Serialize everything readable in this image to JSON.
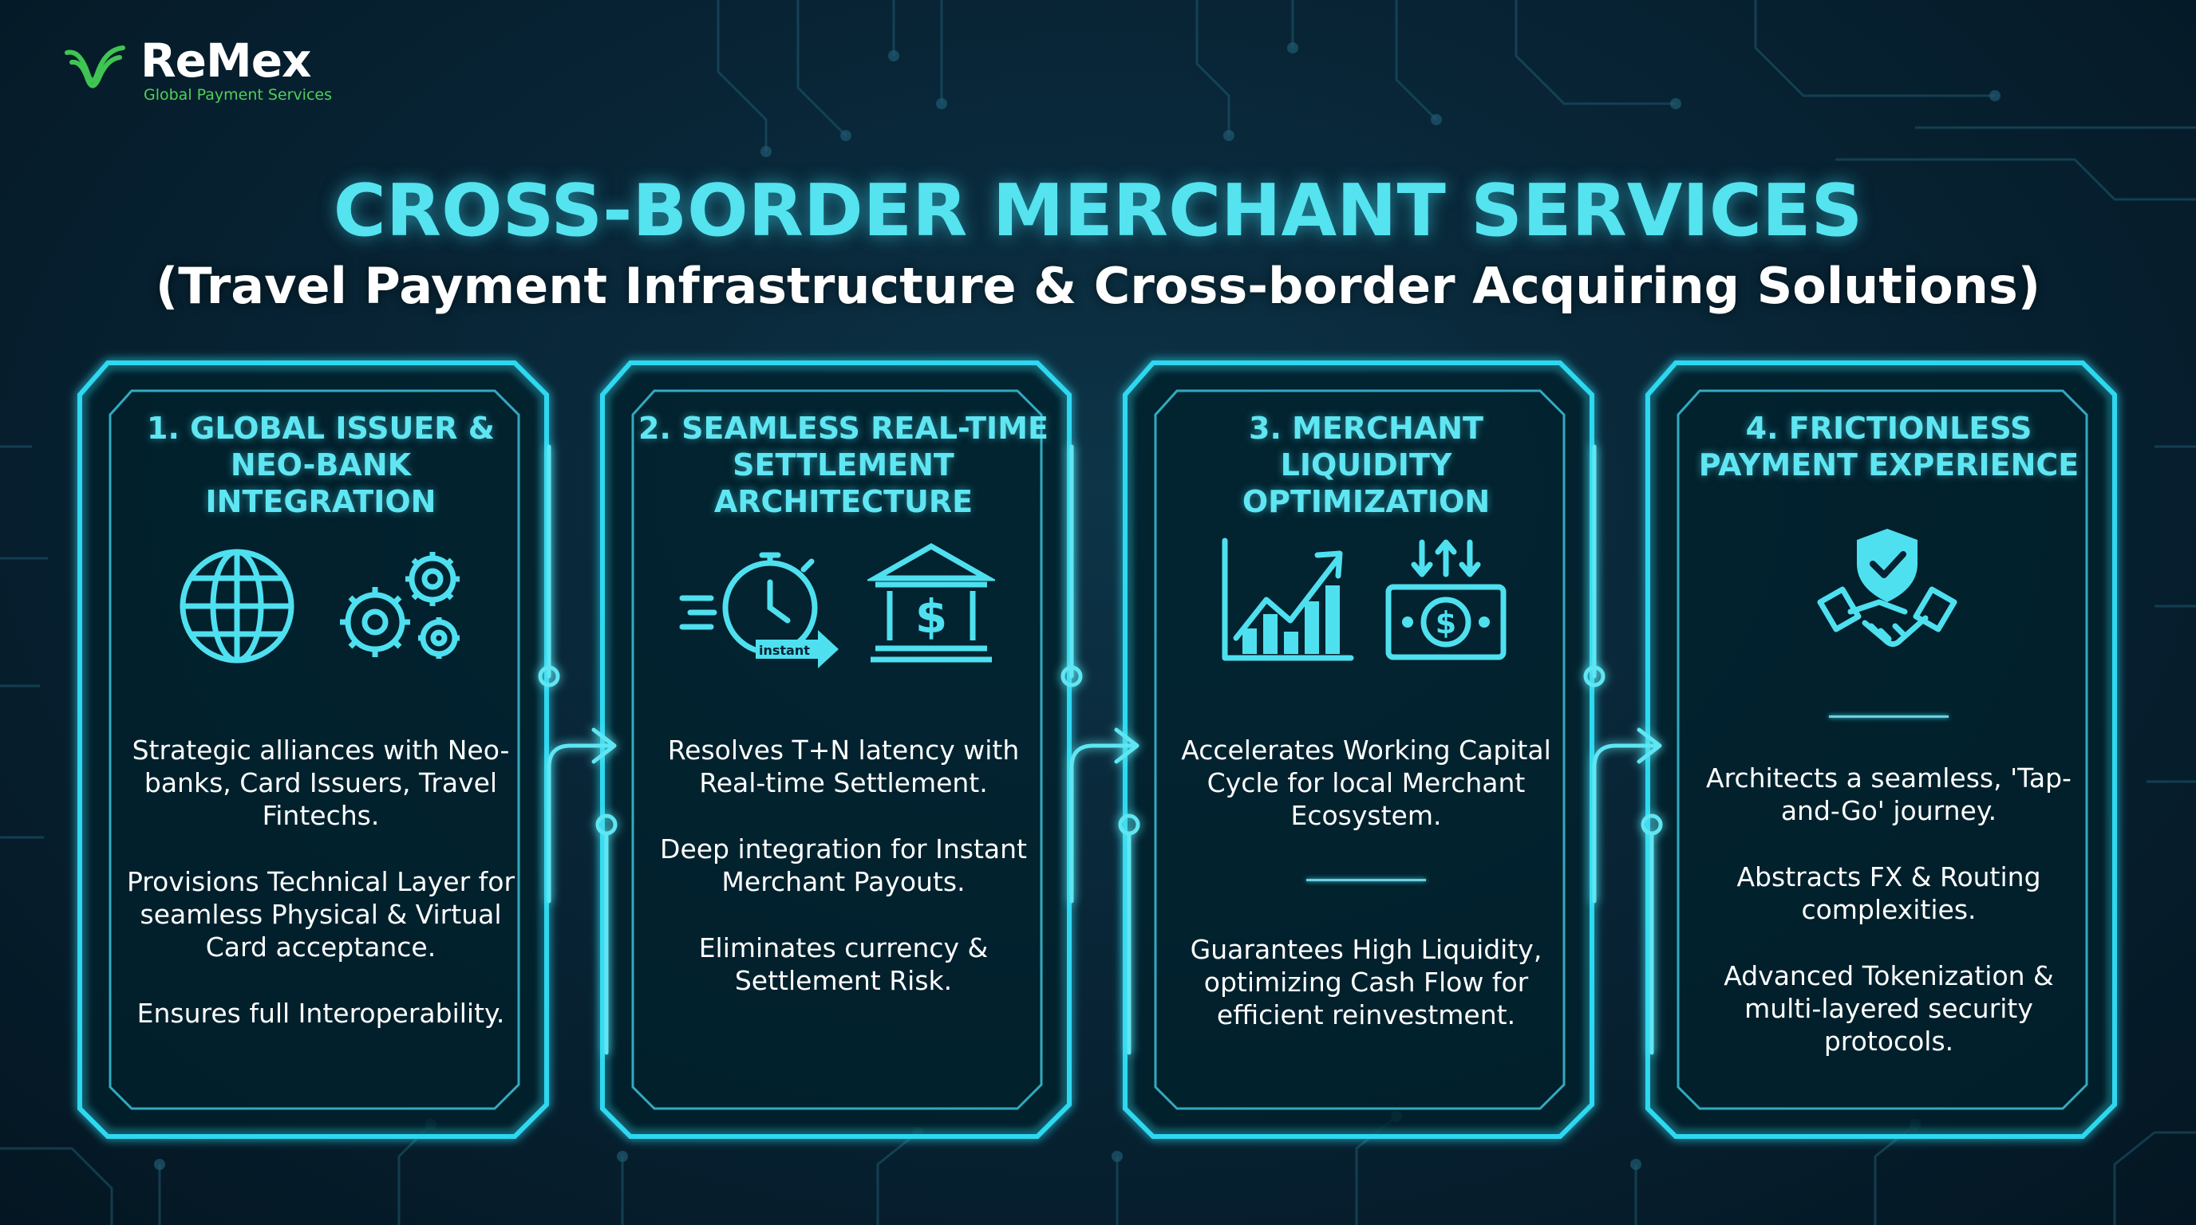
{
  "brand": {
    "name": "ReMex",
    "tagline": "Global Payment Services",
    "accent_color": "#4fd15a"
  },
  "header": {
    "title": "CROSS-BORDER MERCHANT SERVICES",
    "subtitle": "(Travel Payment Infrastructure & Cross-border Acquiring Solutions)"
  },
  "colors": {
    "background": "#082536",
    "neon_cyan": "#2fd8f0",
    "title_cyan": "#54e3ef"
  },
  "cards": [
    {
      "title": "1. GLOBAL ISSUER & NEO-BANK INTEGRATION",
      "icons": [
        "globe-icon",
        "gears-icon"
      ],
      "points": [
        "Strategic alliances with Neo-banks, Card Issuers, Travel Fintechs.",
        "Provisions Technical Layer for seamless Physical & Virtual Card acceptance.",
        "Ensures full Interoperability."
      ]
    },
    {
      "title": "2. SEAMLESS REAL-TIME SETTLEMENT ARCHITECTURE",
      "icons": [
        "stopwatch-icon",
        "bank-icon"
      ],
      "icon_label": "instant",
      "points": [
        "Resolves T+N latency with Real-time Settlement.",
        "Deep integration for Instant Merchant Payouts.",
        "Eliminates currency & Settlement Risk."
      ]
    },
    {
      "title": "3. MERCHANT LIQUIDITY OPTIMIZATION",
      "icons": [
        "growth-chart-icon",
        "cash-flow-icon"
      ],
      "points": [
        "Accelerates Working Capital Cycle for local Merchant Ecosystem.",
        "Guarantees High Liquidity, optimizing Cash Flow for efficient reinvestment."
      ]
    },
    {
      "title": "4. FRICTIONLESS PAYMENT EXPERIENCE",
      "icons": [
        "shield-handshake-icon"
      ],
      "points": [
        "Architects a seamless, 'Tap-and-Go' journey.",
        "Abstracts FX & Routing complexities.",
        "Advanced Tokenization & multi-layered security protocols."
      ]
    }
  ]
}
